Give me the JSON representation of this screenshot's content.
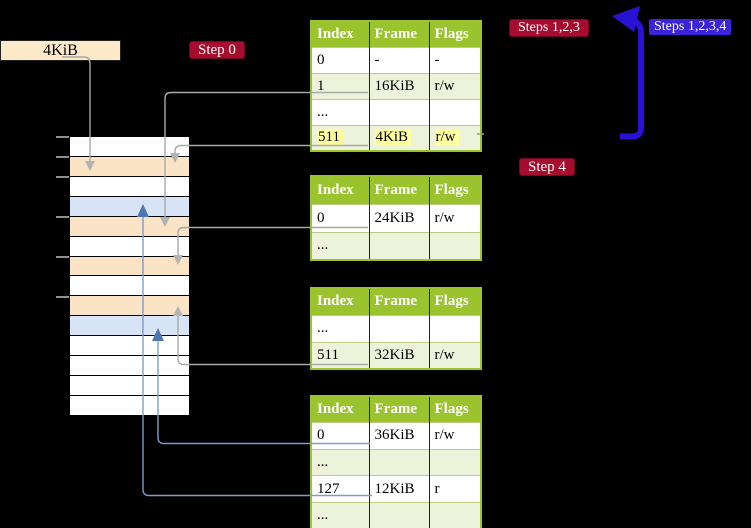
{
  "labels": {
    "frame_size": "4KiB",
    "step0": "Step 0",
    "steps123": "Steps 1,2,3",
    "steps1234": "Steps 1,2,3,4",
    "step4": "Step 4"
  },
  "colors": {
    "background": "#000000",
    "table_header_green": "#9ac32e",
    "table_row_light_green": "#edf2da",
    "highlight_yellow": "#ffff9e",
    "frame_peach": "#fbe3c5",
    "frame_light_blue": "#d7e4f5",
    "label_crimson": "#a60c2e",
    "label_blue_violet": "#3a23d8",
    "big_arrow_blue": "#2a12d4",
    "connector_gray": "#a8a8a8",
    "connector_steel_blue": "#7e9cc8",
    "size_box_wheat": "#fbe9c8"
  },
  "page_tables": [
    {
      "name": "top-level-page-table",
      "columns": [
        "Index",
        "Frame",
        "Flags"
      ],
      "rows": [
        {
          "index": "0",
          "frame": "-",
          "flags": "-",
          "shaded": false,
          "highlighted": false
        },
        {
          "index": "1",
          "frame": "16KiB",
          "flags": "r/w",
          "shaded": true,
          "highlighted": false
        },
        {
          "index": "...",
          "frame": "",
          "flags": "",
          "shaded": false,
          "highlighted": false
        },
        {
          "index": "511",
          "frame": "4KiB",
          "flags": "r/w",
          "shaded": true,
          "highlighted": true
        }
      ]
    },
    {
      "name": "second-page-table",
      "columns": [
        "Index",
        "Frame",
        "Flags"
      ],
      "rows": [
        {
          "index": "0",
          "frame": "24KiB",
          "flags": "r/w",
          "shaded": false,
          "highlighted": false
        },
        {
          "index": "...",
          "frame": "",
          "flags": "",
          "shaded": true,
          "highlighted": false
        }
      ]
    },
    {
      "name": "third-page-table",
      "columns": [
        "Index",
        "Frame",
        "Flags"
      ],
      "rows": [
        {
          "index": "...",
          "frame": "",
          "flags": "",
          "shaded": false,
          "highlighted": false
        },
        {
          "index": "511",
          "frame": "32KiB",
          "flags": "r/w",
          "shaded": true,
          "highlighted": false
        }
      ]
    },
    {
      "name": "bottom-page-table",
      "columns": [
        "Index",
        "Frame",
        "Flags"
      ],
      "rows": [
        {
          "index": "0",
          "frame": "36KiB",
          "flags": "r/w",
          "shaded": false,
          "highlighted": false
        },
        {
          "index": "...",
          "frame": "",
          "flags": "",
          "shaded": true,
          "highlighted": false
        },
        {
          "index": "127",
          "frame": "12KiB",
          "flags": "r",
          "shaded": false,
          "highlighted": false
        },
        {
          "index": "...",
          "frame": "",
          "flags": "",
          "shaded": true,
          "highlighted": false
        }
      ]
    }
  ],
  "memory_stack": {
    "frame_rows": [
      "plain",
      "peach",
      "plain",
      "blue",
      "peach",
      "plain",
      "peach",
      "plain",
      "peach",
      "blue",
      "plain",
      "plain",
      "plain",
      "plain"
    ]
  }
}
